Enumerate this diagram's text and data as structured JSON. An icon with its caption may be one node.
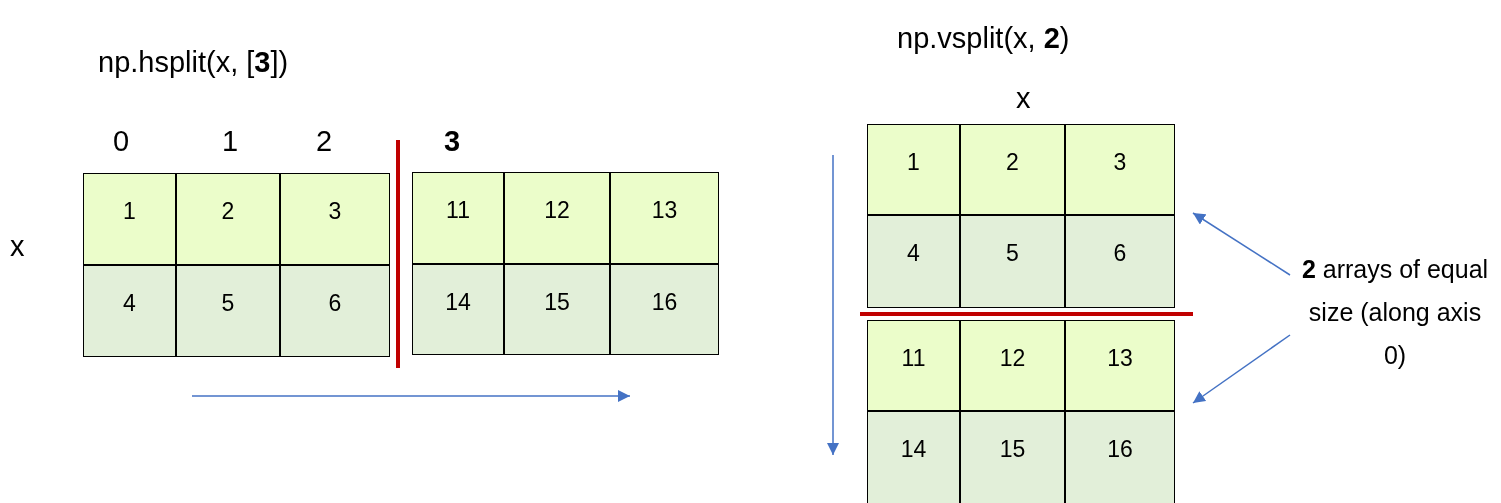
{
  "diagram": {
    "nodes": [
      {
        "text": [],
        "shape": "box"
      },
      {
        "text": [
          "1"
        ],
        "in": 0
      },
      {
        "text": [
          "2"
        ],
        "in": 0
      },
      {
        "text": [
          "3"
        ],
        "in": 0
      },
      {
        "text": [
          "4"
        ],
        "in": 0
      },
      {
        "text": [
          "5"
        ],
        "in": 0
      },
      {
        "text": [
          "6"
        ],
        "in": 0
      },
      {
        "text": [],
        "shape": "box"
      },
      {
        "text": [
          "11"
        ],
        "in": 7
      },
      {
        "text": [
          "12"
        ],
        "in": 7
      },
      {
        "text": [
          "13"
        ],
        "in": 7
      },
      {
        "text": [
          "14"
        ],
        "in": 7
      },
      {
        "text": [
          "15"
        ],
        "in": 7
      },
      {
        "text": [
          "16"
        ],
        "in": 7
      },
      {
        "text": [],
        "shape": "box"
      },
      {
        "text": [
          "1"
        ],
        "in": 14
      },
      {
        "text": [
          "2"
        ],
        "in": 14
      },
      {
        "text": [
          "3"
        ],
        "in": 14
      },
      {
        "text": [
          "4"
        ],
        "in": 14
      },
      {
        "text": [
          "5"
        ],
        "in": 14
      },
      {
        "text": [
          "6"
        ],
        "in": 14
      },
      {
        "text": [],
        "shape": "box"
      },
      {
        "text": [
          "11"
        ],
        "in": 21
      },
      {
        "text": [
          "12"
        ],
        "in": 21
      },
      {
        "text": [
          "13"
        ],
        "in": 21
      },
      {
        "text": [
          "14"
        ],
        "in": 21
      },
      {
        "text": [
          "15"
        ],
        "in": 21
      },
      {
        "text": [
          "16"
        ],
        "in": 21
      },
      {
        "text": [
          "**2** arrays of equal size (along axis 0)"
        ]
      }
    ],
    "edges": [
      {
        "from": 28,
        "to": 14,
        "arrow": "to"
      },
      {
        "from": 28,
        "to": 21,
        "arrow": "to"
      }
    ],
    "labels": [
      "np.vsplit(x, **2**)",
      "np.hsplit(x, [**3**])",
      "x",
      "0",
      "1",
      "2",
      "3",
      "x"
    ]
  }
}
